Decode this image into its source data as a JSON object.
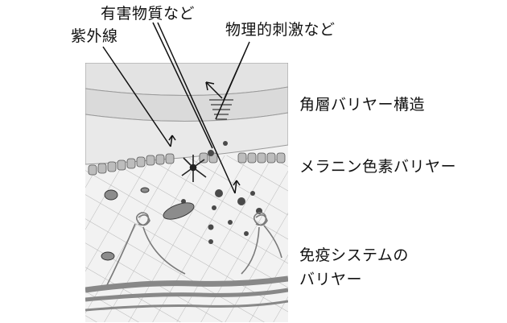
{
  "labels": {
    "uv": "紫外線",
    "harmful": "有害物質など",
    "physical": "物理的刺激など",
    "horny_layer": "角層バリヤー構造",
    "melanin": "メラニン色素バリヤー",
    "immune_line1": "免疫システムの",
    "immune_line2": "バリヤー"
  },
  "colors": {
    "line": "#111111",
    "epidermis": "#e6e6e6",
    "horny": "#d8d8d8",
    "dermis": "#eeeeee",
    "basal_cell": "#9a9a9a",
    "fiber": "#7f7f7f"
  }
}
